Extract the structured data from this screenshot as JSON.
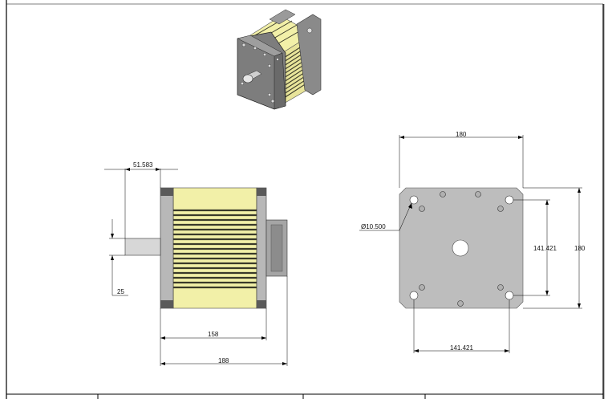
{
  "colors": {
    "border": "#000000",
    "motor_yellow": "#f2f0a8",
    "motor_stripe": "#3a3a2a",
    "endplate_gray": "#a9a9a9",
    "flange_gray": "#bdbdbd",
    "hole_white": "#ffffff"
  },
  "iso_view": {
    "icon": "motor-isometric-icon"
  },
  "side_view": {
    "dim_shaft_length": "51.583",
    "dim_shaft_dia": "25",
    "dim_body_length": "158",
    "dim_overall_length": "188"
  },
  "front_view": {
    "dim_width_top": "180",
    "dim_height_right": "180",
    "dim_bolt_spacing_v": "141.421",
    "dim_bolt_spacing_h": "141.421",
    "dim_hole_dia": "Ø10.500"
  }
}
